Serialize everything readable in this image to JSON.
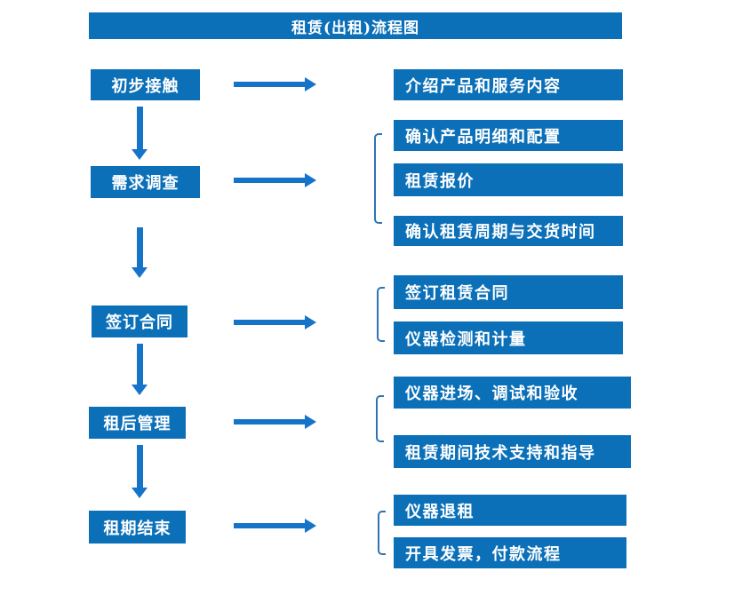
{
  "title": "租赁(出租)流程图",
  "colors": {
    "box_blue": "#0c70b8",
    "arrow_blue": "#1674c8",
    "bracket_blue": "#2e74b5"
  },
  "steps": [
    {
      "label": "初步接触",
      "items": [
        "介绍产品和服务内容"
      ]
    },
    {
      "label": "需求调查",
      "items": [
        "确认产品明细和配置",
        "租赁报价",
        "确认租赁周期与交货时间"
      ]
    },
    {
      "label": "签订合同",
      "items": [
        "签订租赁合同",
        "仪器检测和计量"
      ]
    },
    {
      "label": "租后管理",
      "items": [
        "仪器进场、调试和验收",
        "租赁期间技术支持和指导"
      ]
    },
    {
      "label": "租期结束",
      "items": [
        "仪器退租",
        "开具发票，付款流程"
      ]
    }
  ]
}
